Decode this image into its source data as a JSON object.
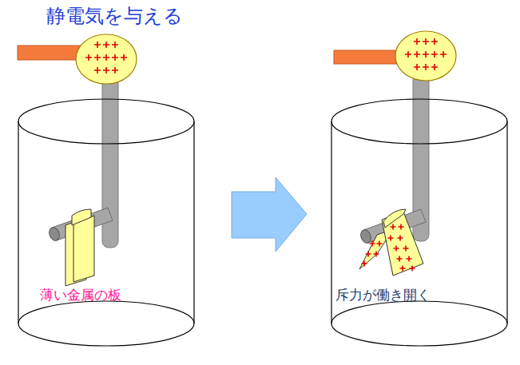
{
  "diagram": {
    "title": "静電気を与える",
    "labels": [
      "薄い金属の板",
      "斥力が働き開く"
    ]
  }
}
